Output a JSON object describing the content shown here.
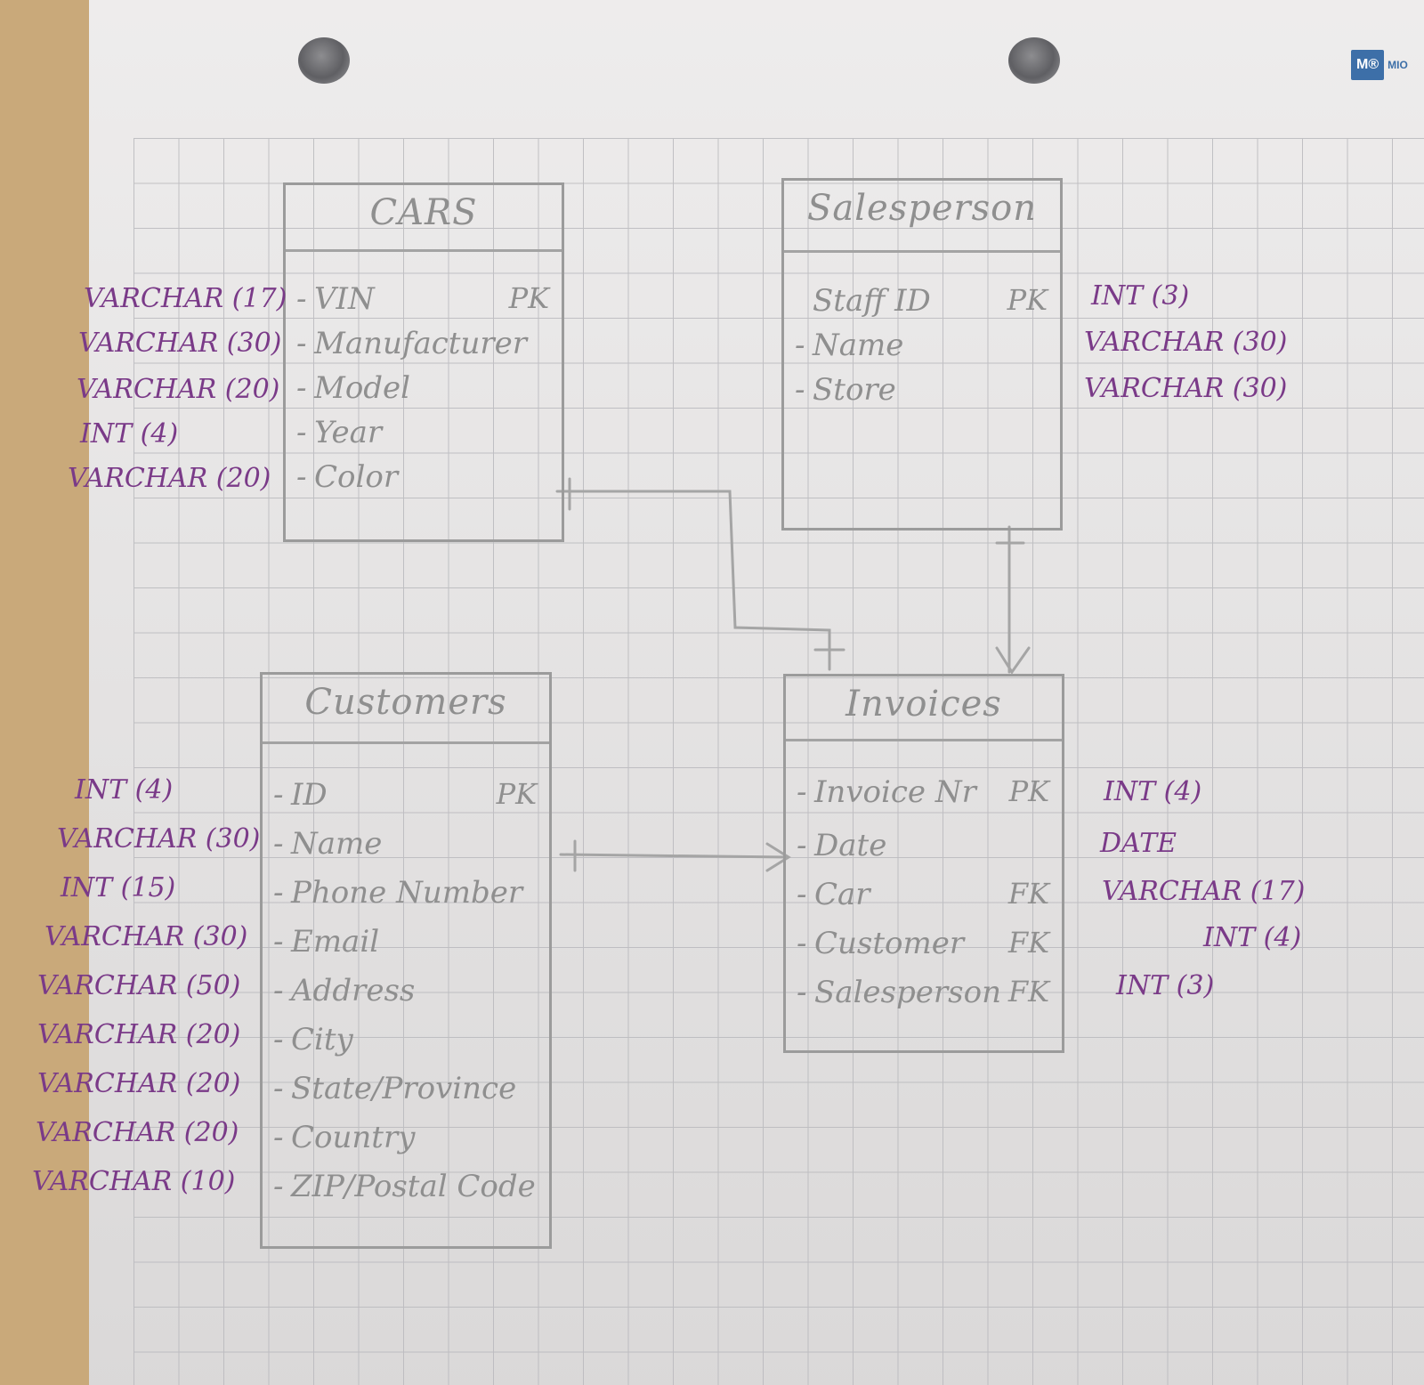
{
  "brand": {
    "logo_text": "M®",
    "name": "MIO"
  },
  "entities": {
    "cars": {
      "title": "CARS",
      "attributes": [
        {
          "name": "VIN",
          "key": "PK",
          "type": "VARCHAR (17)"
        },
        {
          "name": "Manufacturer",
          "key": "",
          "type": "VARCHAR (30)"
        },
        {
          "name": "Model",
          "key": "",
          "type": "VARCHAR (20)"
        },
        {
          "name": "Year",
          "key": "",
          "type": "INT (4)"
        },
        {
          "name": "Color",
          "key": "",
          "type": "VARCHAR (20)"
        }
      ]
    },
    "salesperson": {
      "title": "Salesperson",
      "attributes": [
        {
          "name": "Staff ID",
          "key": "PK",
          "type": "INT (3)"
        },
        {
          "name": "Name",
          "key": "",
          "type": "VARCHAR (30)"
        },
        {
          "name": "Store",
          "key": "",
          "type": "VARCHAR (30)"
        }
      ]
    },
    "customer": {
      "title": "Customers",
      "attributes": [
        {
          "name": "ID",
          "key": "PK",
          "type": "INT (4)"
        },
        {
          "name": "Name",
          "key": "",
          "type": "VARCHAR (30)"
        },
        {
          "name": "Phone Number",
          "key": "",
          "type": "INT (15)"
        },
        {
          "name": "Email",
          "key": "",
          "type": "VARCHAR (30)"
        },
        {
          "name": "Address",
          "key": "",
          "type": "VARCHAR (50)"
        },
        {
          "name": "City",
          "key": "",
          "type": "VARCHAR (20)"
        },
        {
          "name": "State/Province",
          "key": "",
          "type": "VARCHAR (20)"
        },
        {
          "name": "Country",
          "key": "",
          "type": "VARCHAR (20)"
        },
        {
          "name": "ZIP/Postal Code",
          "key": "",
          "type": "VARCHAR (10)"
        }
      ]
    },
    "invoices": {
      "title": "Invoices",
      "attributes": [
        {
          "name": "Invoice Nr",
          "key": "PK",
          "type": "INT (4)"
        },
        {
          "name": "Date",
          "key": "",
          "type": "DATE"
        },
        {
          "name": "Car",
          "key": "FK",
          "type": "VARCHAR (17)"
        },
        {
          "name": "Customer",
          "key": "FK",
          "type": "INT (4)"
        },
        {
          "name": "Salesperson",
          "key": "FK",
          "type": "INT (3)"
        }
      ]
    }
  },
  "colors": {
    "pencil": "#9b9b9b",
    "ink": "#7a3a88",
    "grid": "#b9b9bd"
  }
}
